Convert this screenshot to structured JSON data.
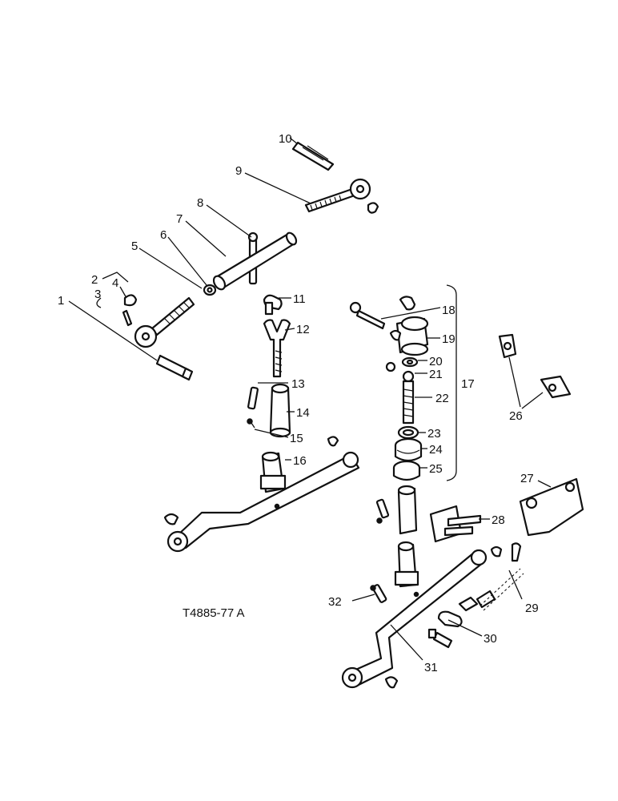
{
  "figure_code": "T4885-77 A",
  "callouts": [
    "1",
    "2",
    "3",
    "4",
    "5",
    "6",
    "7",
    "8",
    "9",
    "10",
    "11",
    "12",
    "13",
    "14",
    "15",
    "16",
    "17",
    "18",
    "19",
    "20",
    "21",
    "22",
    "23",
    "24",
    "25",
    "26",
    "27",
    "28",
    "29",
    "30",
    "31",
    "32"
  ]
}
